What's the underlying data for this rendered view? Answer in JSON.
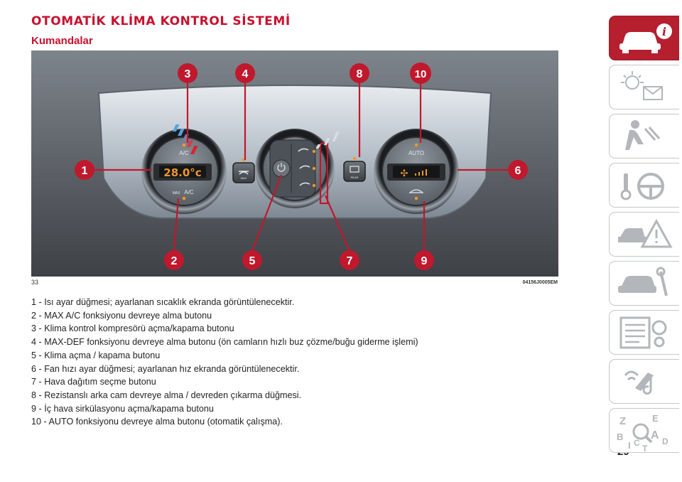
{
  "header": {
    "title": "OTOMATİK KLİMA KONTROL SİSTEMİ",
    "subtitle": "Kumandalar"
  },
  "figure": {
    "number": "33",
    "code": "04156J0005EM",
    "panel_labels": {
      "ac": "A/C",
      "max": "MAX",
      "max_ac": "A/C",
      "auto": "AUTO",
      "rear": "REAR",
      "temperature": "28.0°c"
    },
    "callouts": [
      "1",
      "2",
      "3",
      "4",
      "5",
      "6",
      "7",
      "8",
      "9",
      "10"
    ]
  },
  "items": [
    "1 - Isı ayar düğmesi; ayarlanan sıcaklık ekranda görüntülenecektir.",
    "2 - MAX A/C fonksiyonu devreye alma butonu",
    "3 - Klima kontrol kompresörü açma/kapama butonu",
    "4 - MAX-DEF fonksiyonu devreye alma butonu (ön camların hızlı buz çözme/buğu giderme işlemi)",
    "5 - Klima açma / kapama butonu",
    "6 - Fan hızı ayar düğmesi; ayarlanan hız ekranda görüntülenecektir.",
    "7 - Hava dağıtım seçme butonu",
    "8 - Rezistanslı arka cam devreye alma / devreden çıkarma düğmesi.",
    "9 - İç hava sirkülasyonu açma/kapama butonu",
    "10 - AUTO fonksiyonu devreye alma butonu (otomatik çalışma)."
  ],
  "page_number": "29",
  "sidebar": {
    "tabs": [
      {
        "icon": "car-info-icon",
        "active": true
      },
      {
        "icon": "dashboard-lights-icon",
        "active": false
      },
      {
        "icon": "safety-airbag-icon",
        "active": false
      },
      {
        "icon": "key-steering-icon",
        "active": false
      },
      {
        "icon": "emergency-warning-icon",
        "active": false
      },
      {
        "icon": "car-maintenance-icon",
        "active": false
      },
      {
        "icon": "technical-data-icon",
        "active": false
      },
      {
        "icon": "multimedia-icon",
        "active": false
      },
      {
        "icon": "index-icon",
        "active": false
      }
    ]
  },
  "colors": {
    "accent": "#c8102e",
    "tab_active": "#b51f2e",
    "callout": "#c0182c",
    "panel": "#5d6167"
  }
}
